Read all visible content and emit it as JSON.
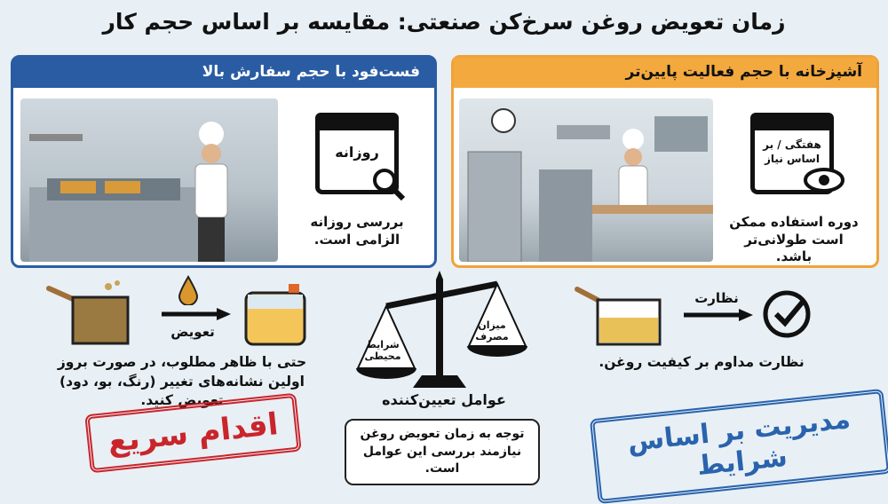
{
  "title": "زمان تعویض روغن سرخ‌کن صنعتی: مقایسه بر اساس حجم کار",
  "left_panel": {
    "header": "فست‌فود با حجم سفارش بالا",
    "calendar_label": "روزانه",
    "text": "بررسی روزانه الزامی است.",
    "accent": "#2a5ca3"
  },
  "right_panel": {
    "header": "آشپزخانه با حجم فعالیت پایین‌تر",
    "calendar_label": "هفتگی / بر اساس نیاز",
    "text": "دوره استفاده ممکن است طولانی‌تر باشد.",
    "accent": "#f3a93e"
  },
  "left_flow": {
    "arrow_label": "تعویض",
    "text": "حتی با ظاهر مطلوب، در صورت بروز اولین نشانه‌های تغییر (رنگ، بو، دود) تعویض کنید.",
    "stamp": "اقدام سریع",
    "stamp_color": "#c9252b"
  },
  "scale": {
    "left_pan": "شرایط محیطی",
    "right_pan": "میزان مصرف",
    "label": "عوامل تعیین‌کننده",
    "callout": "توجه به زمان تعویض روغن نیازمند بررسی این عوامل است."
  },
  "right_flow": {
    "arrow_label": "نظارت",
    "text": "نظارت مداوم بر کیفیت روغن.",
    "stamp": "مدیریت بر اساس شرایط",
    "stamp_color": "#2a63ad"
  }
}
